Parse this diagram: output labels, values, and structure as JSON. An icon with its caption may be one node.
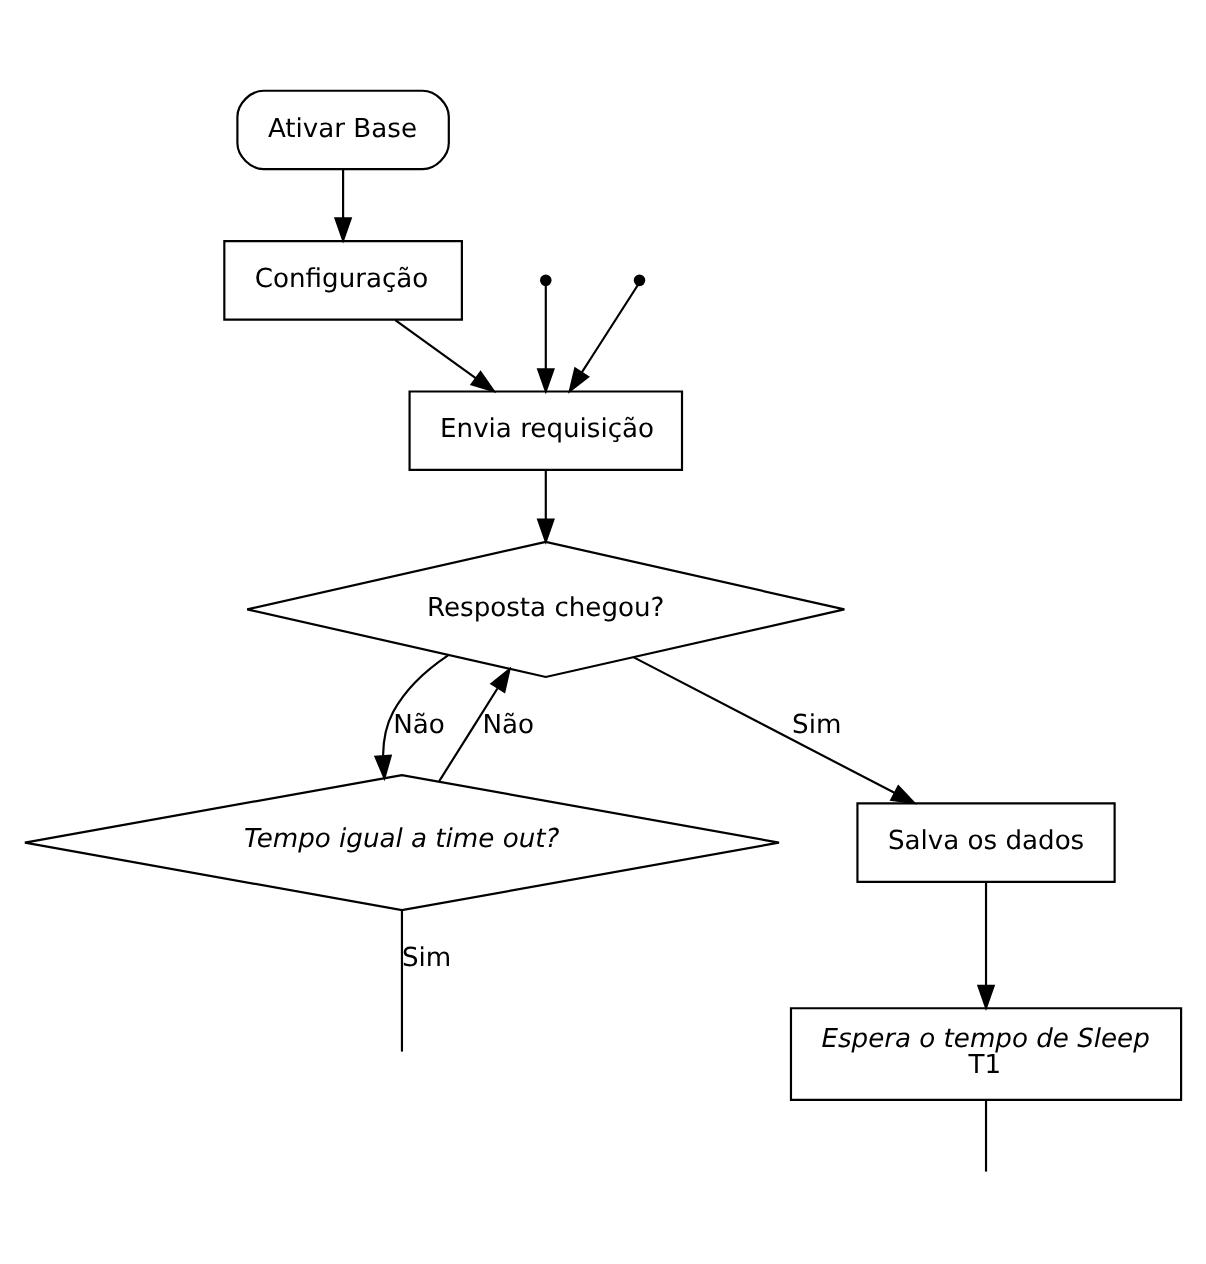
{
  "diagram": {
    "nodes": [
      {
        "text": [
          "Ativar Base"
        ]
      },
      {
        "text": [
          "Configuração"
        ]
      },
      {
        "text": [
          "Envia requisição"
        ]
      },
      {
        "text": [
          "Resposta chegou?"
        ]
      },
      {
        "text": [
          "Tempo igual a time out?"
        ]
      },
      {
        "text": [
          "Salva os dados"
        ]
      },
      {
        "text": [
          "Espera o tempo de Sleep",
          "T1"
        ]
      }
    ],
    "edges": [
      {
        "from": 0,
        "to": 1,
        "arrow": "to"
      },
      {
        "from": 1,
        "to": 2,
        "arrow": "to"
      },
      {
        "from": null,
        "to": 2,
        "arrow": "to"
      },
      {
        "from": null,
        "to": 2,
        "arrow": "to"
      },
      {
        "from": 2,
        "to": 3,
        "arrow": "to"
      },
      {
        "from": 3,
        "to": 5,
        "label": "Sim",
        "arrow": "to"
      },
      {
        "from": 3,
        "to": 4,
        "label": "Não",
        "arrow": "to"
      },
      {
        "from": 4,
        "to": 3,
        "label": "Não",
        "arrow": "to"
      },
      {
        "from": 5,
        "to": 6,
        "arrow": "to"
      },
      {
        "from": 4,
        "to": null,
        "label": "Sim",
        "arrow": "none"
      },
      {
        "from": 6,
        "to": null,
        "arrow": "none"
      }
    ]
  }
}
